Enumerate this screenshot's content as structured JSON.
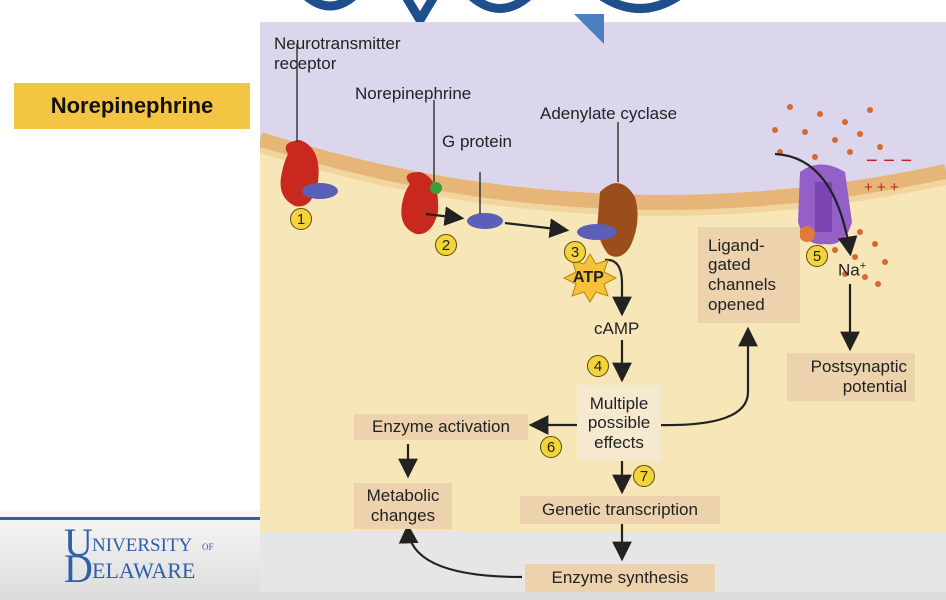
{
  "badge": {
    "label": "Norepinephrine"
  },
  "diagram": {
    "labels": {
      "neurotransmitter_receptor": [
        "Neurotransmitter",
        "receptor"
      ],
      "norepinephrine": "Norepinephrine",
      "g_protein": "G protein",
      "adenylate_cyclase": "Adenylate cyclase",
      "atp": "ATP",
      "camp": "cAMP",
      "ligand_gated": [
        "Ligand-",
        "gated",
        "channels",
        "opened"
      ],
      "na_ion": "Na",
      "na_charge": "+",
      "postsynaptic": [
        "Postsynaptic",
        "potential"
      ],
      "multiple_effects": [
        "Multiple",
        "possible",
        "effects"
      ],
      "enzyme_activation": "Enzyme activation",
      "metabolic_changes": [
        "Metabolic",
        "changes"
      ],
      "genetic_transcription": "Genetic transcription",
      "enzyme_synthesis": "Enzyme synthesis",
      "minus_signs": "− − −",
      "plus_signs": "+ + +"
    },
    "steps": [
      "1",
      "2",
      "3",
      "4",
      "5",
      "6",
      "7"
    ],
    "colors": {
      "membrane_top": "#dcd6ec",
      "cytoplasm": "#f7e7b8",
      "membrane": "#e9c08a",
      "receptor": "#c8281e",
      "g_protein": "#5b5fb8",
      "cyclase": "#9a4e1c",
      "channel": "#9460c8",
      "box": "#ecd3ae",
      "step": "#f5d33a",
      "badge": "#f4c542"
    }
  },
  "logo": {
    "line1": "NIVERSITY",
    "of": "OF",
    "line2": "ELAWARE"
  }
}
